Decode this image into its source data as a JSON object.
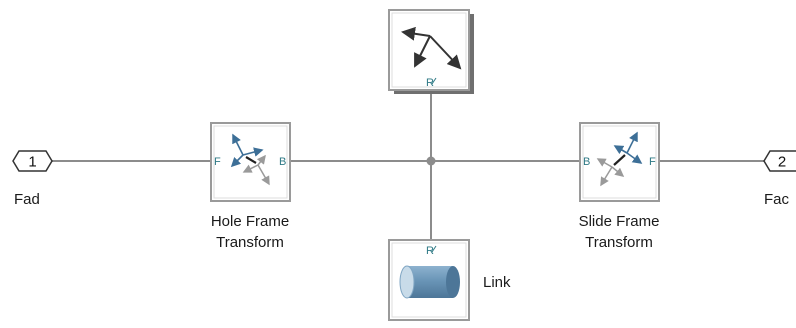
{
  "inport": {
    "number": "1",
    "label": "Fad"
  },
  "outport": {
    "number": "2",
    "label": "Fac"
  },
  "hole_frame": {
    "label_line1": "Hole Frame",
    "label_line2": "Transform",
    "port_left": "F",
    "port_right": "B"
  },
  "slide_frame": {
    "label_line1": "Slide Frame",
    "label_line2": "Transform",
    "port_left": "B",
    "port_right": "F"
  },
  "link": {
    "label": "Link",
    "port": "R"
  },
  "world_frame": {
    "port": "R"
  },
  "colors": {
    "wire": "#8c8c8c",
    "block_border": "#9a9a9a",
    "port_text": "#2f7a86",
    "solid_body": "#6d97b8"
  }
}
